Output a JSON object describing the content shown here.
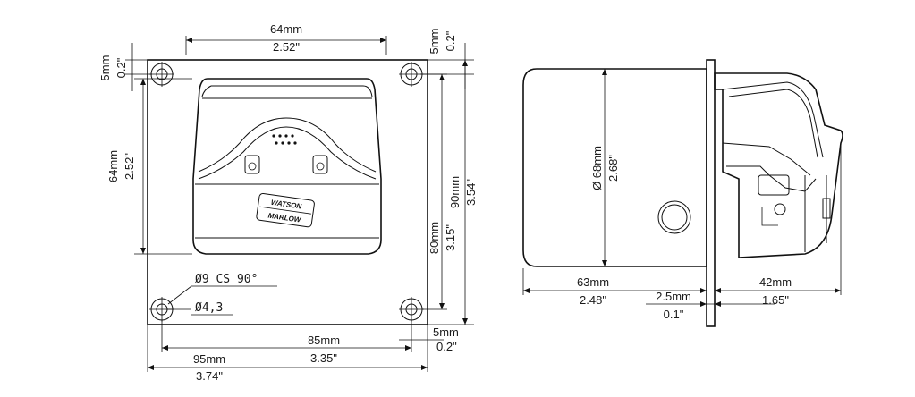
{
  "front_view": {
    "width_mm": "64mm",
    "width_in": "2.52\"",
    "top_edge_mm": "5mm",
    "top_edge_in": "0.2\"",
    "top_right_mm": "5mm",
    "top_right_in": "0.2\"",
    "height_mm": "64mm",
    "height_in": "2.52\"",
    "plate_height_mm": "90mm",
    "plate_height_in": "3.54\"",
    "hole_spacing_v_mm": "80mm",
    "hole_spacing_v_in": "3.15\"",
    "hole_spacing_h_mm": "85mm",
    "hole_spacing_h_in": "3.35\"",
    "bottom_edge_mm": "5mm",
    "bottom_edge_in": "0.2\"",
    "plate_width_mm": "95mm",
    "plate_width_in": "3.74\"",
    "callout_cs": "Ø9 CS 90°",
    "callout_hole": "Ø4,3",
    "logo_line1": "WATSON",
    "logo_line2": "MARLOW"
  },
  "side_view": {
    "diameter_mm": "Ø 68mm",
    "diameter_in": "2.68\"",
    "body_length_mm": "63mm",
    "body_length_in": "2.48\"",
    "plate_thickness_mm": "2.5mm",
    "plate_thickness_in": "0.1\"",
    "head_depth_mm": "42mm",
    "head_depth_in": "1.65\""
  }
}
